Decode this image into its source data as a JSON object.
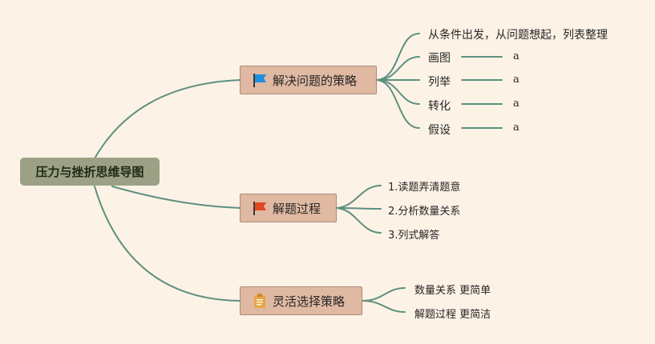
{
  "colors": {
    "background": "#fdf2e6",
    "connector": "#5e9080",
    "root_fill": "#9ca185",
    "branch_fill": "#e0b9a2",
    "flag_blue": "#1e8fe0",
    "flag_red": "#e04826",
    "clipboard": "#e6a64a"
  },
  "root": {
    "label": "压力与挫折思维导图"
  },
  "branches": [
    {
      "label": "解决问题的策略",
      "icon": "blue-flag-icon",
      "children": [
        {
          "label": "从条件出发，从问题想起，列表整理",
          "tail": ""
        },
        {
          "label": "画图",
          "tail": "a"
        },
        {
          "label": "列举",
          "tail": "a"
        },
        {
          "label": "转化",
          "tail": "a"
        },
        {
          "label": "假设",
          "tail": "a"
        }
      ]
    },
    {
      "label": "解题过程",
      "icon": "red-flag-icon",
      "children": [
        {
          "label": "1.读题弄清题意"
        },
        {
          "label": "2.分析数量关系"
        },
        {
          "label": "3.列式解答"
        }
      ]
    },
    {
      "label": "灵活选择策略",
      "icon": "clipboard-icon",
      "children": [
        {
          "label": "数量关系 更简单"
        },
        {
          "label": "解题过程 更简洁"
        }
      ]
    }
  ]
}
